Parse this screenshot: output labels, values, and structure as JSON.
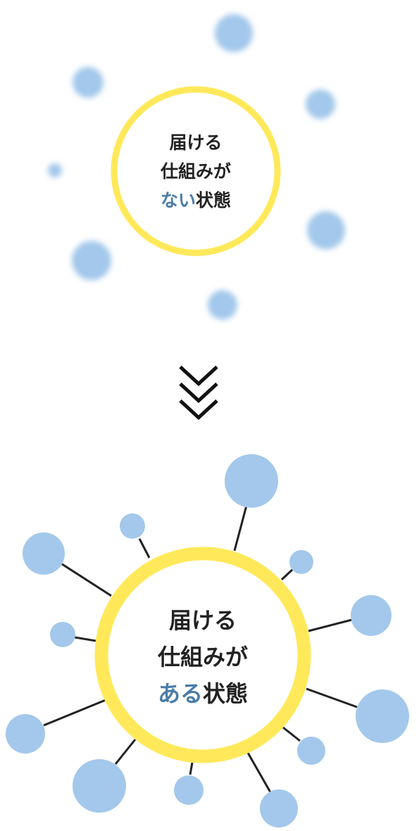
{
  "before": {
    "line1": "届ける",
    "line2": "仕組みが",
    "accent": "ない",
    "suffix": "状態"
  },
  "after": {
    "line1": "届ける",
    "line2": "仕組みが",
    "accent": "ある",
    "suffix": "状態"
  },
  "colors": {
    "ring": "#ffe95a",
    "node": "#a3c8eb",
    "accent_text": "#4a7ca8",
    "text": "#222222",
    "line": "#222222"
  },
  "icons": {
    "transition": "double-chevron-down-icon"
  }
}
